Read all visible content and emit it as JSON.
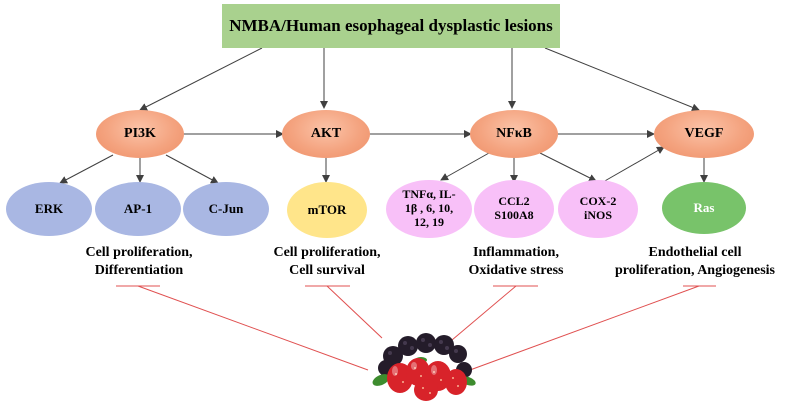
{
  "top_box": {
    "label": "NMBA/Human esophageal dysplastic lesions"
  },
  "hubs": {
    "pi3k": "PI3K",
    "akt": "AKT",
    "nfkb": "NFκB",
    "vegf": "VEGF"
  },
  "targets": {
    "erk": "ERK",
    "ap1": "AP-1",
    "cjun": "C-Jun",
    "mtor": "mTOR",
    "tnf_line1": "TNFα, IL-",
    "tnf_line2": "1β , 6, 10,",
    "tnf_line3": "12, 19",
    "ccl2": "CCL2",
    "s100a8": "S100A8",
    "cox2": "COX-2",
    "inos": "iNOS",
    "ras": "Ras"
  },
  "outcomes": {
    "pi3k_line1": "Cell proliferation,",
    "pi3k_line2": "Differentiation",
    "akt_line1": "Cell proliferation,",
    "akt_line2": "Cell survival",
    "nfkb_line1": "Inflammation,",
    "nfkb_line2": "Oxidative stress",
    "vegf_line1": "Endothelial cell",
    "vegf_line2": "proliferation, Angiogenesis"
  },
  "colors": {
    "top_box": "#a9d18e",
    "hub": "#f4a37f",
    "pi3k_targets": "#a9b7e3",
    "akt_targets": "#ffe58a",
    "nfkb_targets": "#f8c0f8",
    "vegf_targets": "#78c36a",
    "arrow": "#404040",
    "connector": "#e05050"
  },
  "icons": {
    "berries": "strawberry-blackberry-image"
  }
}
